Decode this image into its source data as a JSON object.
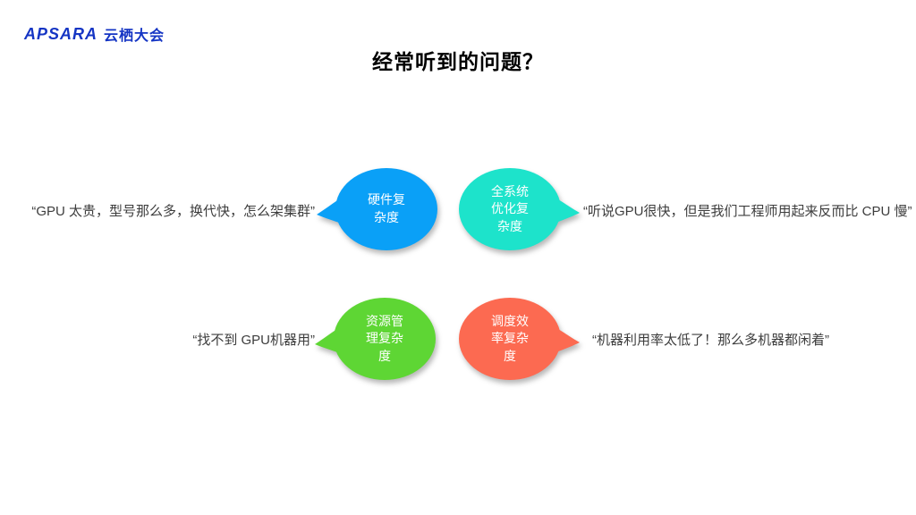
{
  "slide": {
    "logo": {
      "brand": "APSARA",
      "event": "云栖大会",
      "color": "#1535c4"
    },
    "title": "经常听到的问题？",
    "background_color": "#ffffff",
    "quote_text_color": "#3d3d3d"
  },
  "bubbles": [
    {
      "name": "hardware-complexity",
      "label": "硬件复杂度",
      "label_wrapped": "硬件复\n杂度",
      "color": "#0aa0f7",
      "tail_direction": "left"
    },
    {
      "name": "system-optimization-complexity",
      "label": "全系统优化复杂度",
      "label_wrapped": "全系统\n优化复\n杂度",
      "color": "#1de3cb",
      "tail_direction": "right"
    },
    {
      "name": "resource-management-complexity",
      "label": "资源管理复杂度",
      "label_wrapped": "资源管\n理复杂\n度",
      "color": "#5ed634",
      "tail_direction": "left"
    },
    {
      "name": "scheduling-efficiency-complexity",
      "label": "调度效率复杂度",
      "label_wrapped": "调度效\n率复杂\n度",
      "color": "#fc6a51",
      "tail_direction": "right"
    }
  ],
  "quotes": [
    {
      "text": "“GPU 太贵，型号那么多，换代快，怎么架集群”"
    },
    {
      "text": "“听说GPU很快，但是我们工程师用起来反而比 CPU 慢”"
    },
    {
      "text": "“找不到 GPU机器用”"
    },
    {
      "text": "“机器利用率太低了！那么多机器都闲着”"
    }
  ]
}
